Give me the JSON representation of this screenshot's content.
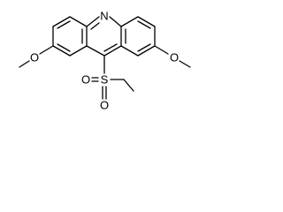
{
  "molecule": {
    "atoms": {
      "nitrogen": "N",
      "oxygen_left": "O",
      "oxygen_right": "O",
      "sulfur": "S",
      "oxygen_sulfonyl_top": "O",
      "oxygen_sulfonyl_bottom": "O"
    }
  },
  "colors": {
    "bond": "#000000",
    "background": "#ffffff",
    "label": "#000000"
  }
}
